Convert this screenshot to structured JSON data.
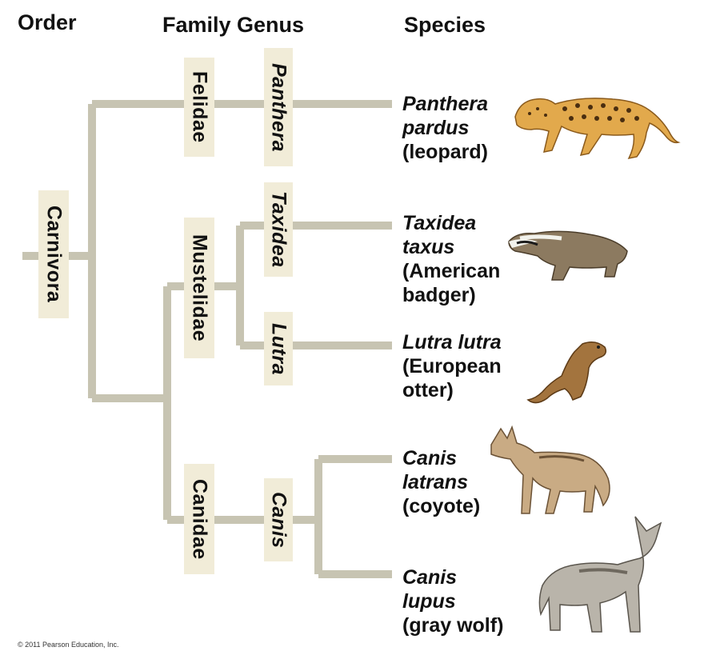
{
  "headers": {
    "order": "Order",
    "family_genus": "Family Genus",
    "species": "Species"
  },
  "order": {
    "name": "Carnivora"
  },
  "families": [
    {
      "name": "Felidae"
    },
    {
      "name": "Mustelidae"
    },
    {
      "name": "Canidae"
    }
  ],
  "genera": [
    {
      "name": "Panthera"
    },
    {
      "name": "Taxidea"
    },
    {
      "name": "Lutra"
    },
    {
      "name": "Canis"
    }
  ],
  "species": [
    {
      "sci_1": "Panthera",
      "sci_2": "pardus",
      "common_1": "(leopard)",
      "common_2": "",
      "icon": "leopard"
    },
    {
      "sci_1": "Taxidea",
      "sci_2": "taxus",
      "common_1": "(American",
      "common_2": "badger)",
      "icon": "badger"
    },
    {
      "sci_1": "Lutra lutra",
      "sci_2": "",
      "common_1": "(European",
      "common_2": "otter)",
      "icon": "otter"
    },
    {
      "sci_1": "Canis",
      "sci_2": "latrans",
      "common_1": "(coyote)",
      "common_2": "",
      "icon": "coyote"
    },
    {
      "sci_1": "Canis",
      "sci_2": "lupus",
      "common_1": "(gray wolf)",
      "common_2": "",
      "icon": "gray-wolf"
    }
  ],
  "colors": {
    "branch": "#c7c4b2",
    "box": "#f1ecd8"
  },
  "copyright": "© 2011 Pearson Education, Inc."
}
